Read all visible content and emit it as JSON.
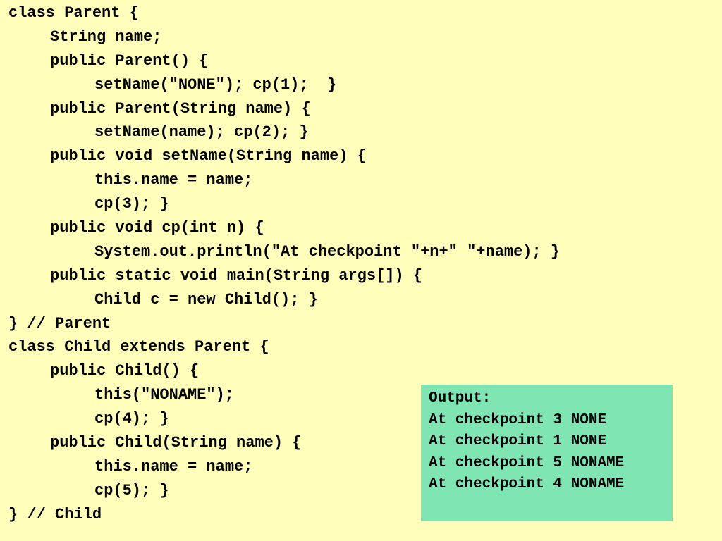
{
  "code": {
    "lines": [
      "class Parent {",
      "String name;",
      "public Parent() {",
      "setName(\"NONE\"); cp(1);  }",
      "public Parent(String name) {",
      "setName(name); cp(2); }",
      "public void setName(String name) {",
      "this.name = name;",
      "cp(3); }",
      "public void cp(int n) {",
      "System.out.println(\"At checkpoint \"+n+\" \"+name); }",
      "public static void main(String args[]) {",
      "Child c = new Child(); }",
      "} // Parent",
      "class Child extends Parent {",
      "public Child() {",
      "this(\"NONAME\");",
      "cp(4); }",
      "public Child(String name) {",
      "this.name = name;",
      "cp(5); }",
      "} // Child"
    ]
  },
  "output": {
    "title": "Output:",
    "lines": [
      "At checkpoint 3 NONE",
      "At checkpoint 1 NONE",
      "At checkpoint 5 NONAME",
      "At checkpoint 4 NONAME"
    ]
  },
  "colors": {
    "background": "#FFFFBB",
    "output_panel": "#7FE5B3",
    "text": "#000000"
  }
}
